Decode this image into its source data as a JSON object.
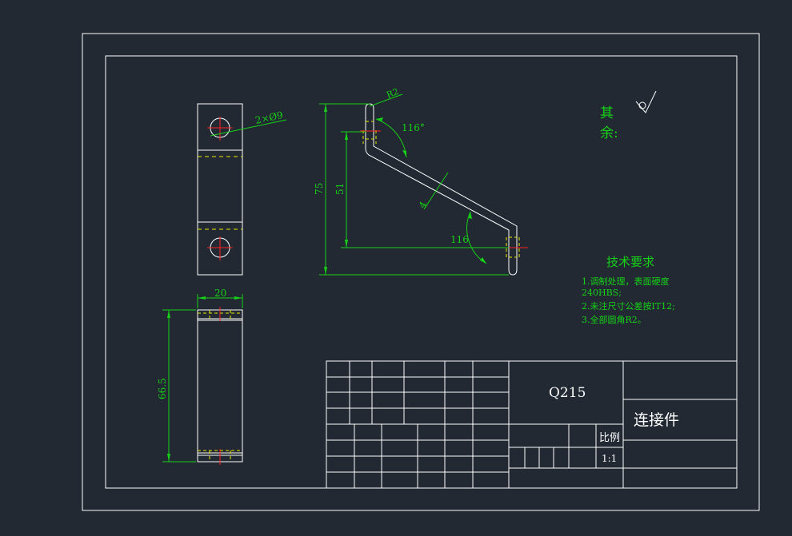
{
  "drawing": {
    "dimensions": {
      "holes": "2×Ø9",
      "radius": "R2",
      "angle_top": "116°",
      "angle_bottom": "116",
      "height_total": "75",
      "height_inner": "51",
      "thickness": "4",
      "width_side": "20",
      "height_side": "66.5"
    },
    "roughness": {
      "label_line1": "其",
      "label_line2": "余:"
    },
    "tech_requirements": {
      "title": "技术要求",
      "items": [
        "1.调制处理，表面硬度",
        "240HBS;",
        "2.未注尺寸公差按IT12;",
        "3.全部圆角R2。"
      ]
    },
    "title_block": {
      "material": "Q215",
      "part_name": "连接件",
      "scale_label": "比例",
      "scale_value": "1:1"
    }
  },
  "colors": {
    "background": "#222933",
    "line": "#ffffff",
    "dimension": "#16d116",
    "hidden": "#e8e800",
    "center": "#ff2020"
  }
}
